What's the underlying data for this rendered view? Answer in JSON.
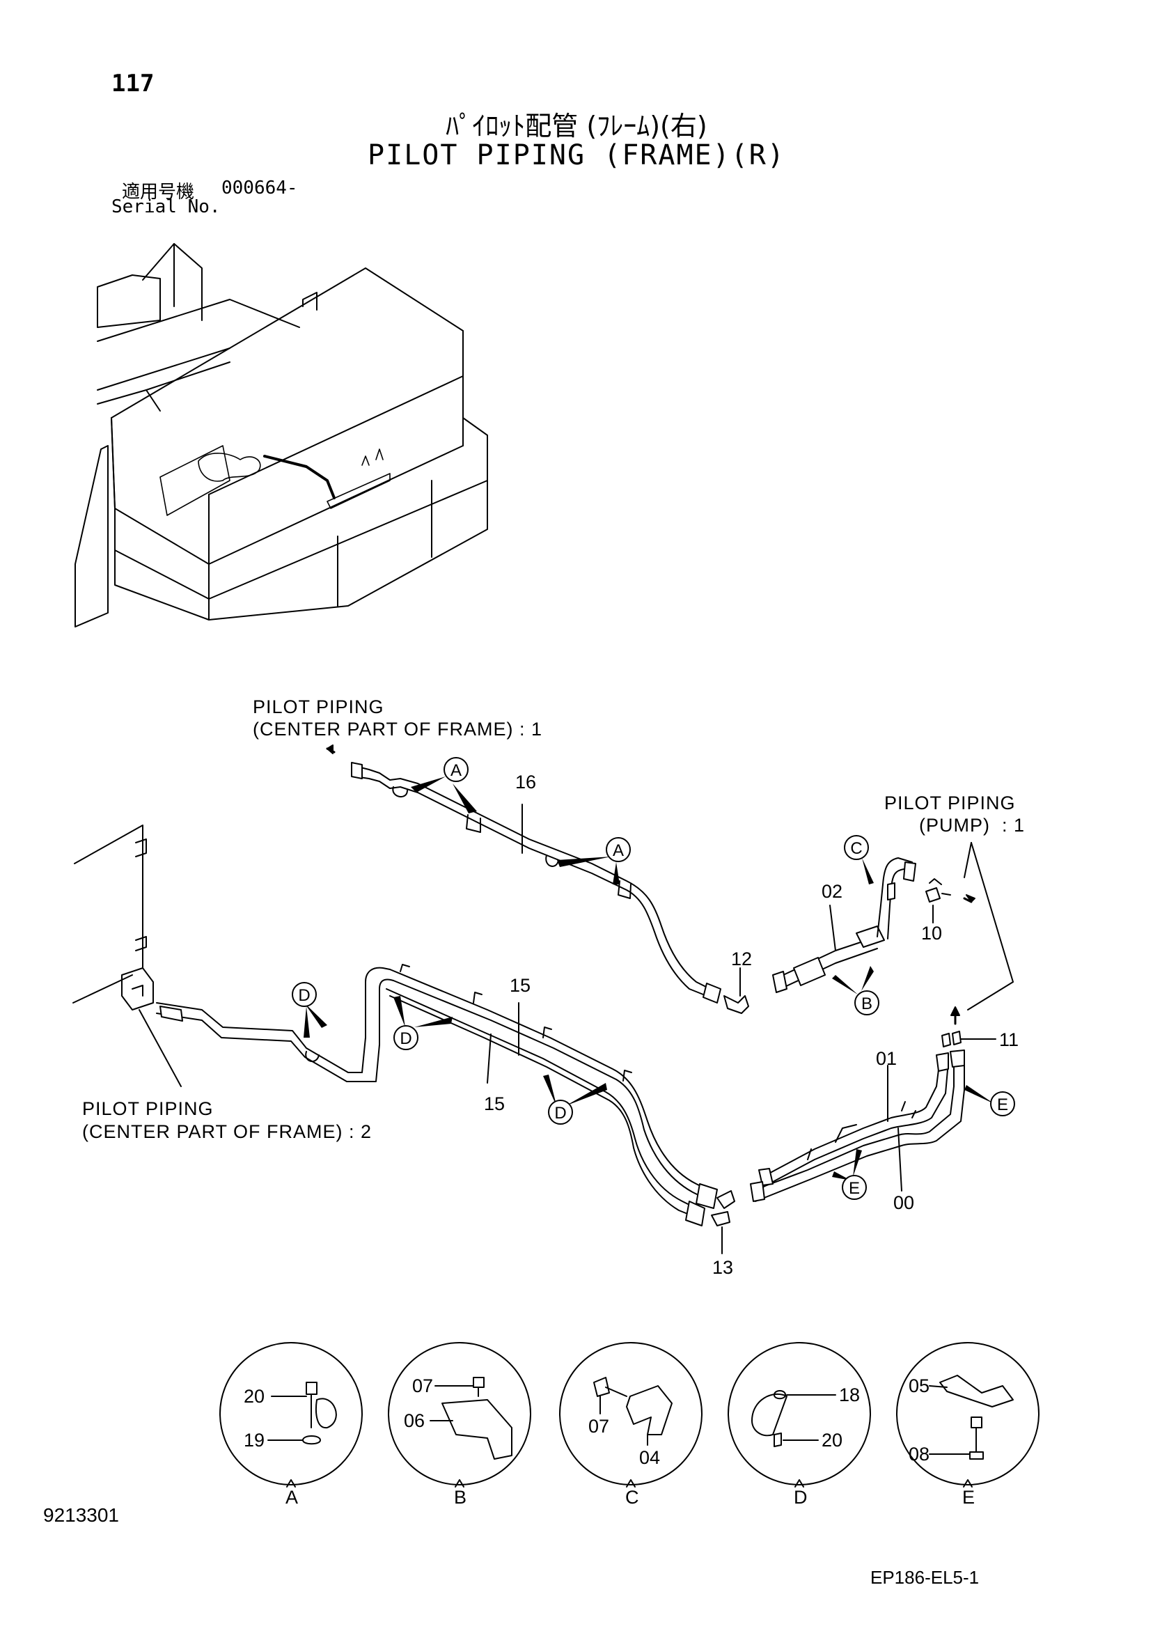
{
  "header": {
    "page_number": "117",
    "title_jp": "ﾊﾟｲﾛｯﾄ配管 (ﾌﾚｰﾑ)(右)",
    "title_en": "PILOT PIPING (FRAME)(R)",
    "serial_label_jp": "適用号機",
    "serial_value": "000664-",
    "serial_label_en": "Serial No."
  },
  "callouts": {
    "center_part_1": [
      "PILOT PIPING",
      "(CENTER PART OF FRAME) : 1"
    ],
    "pump_1": [
      "PILOT PIPING",
      "(PUMP)  : 1"
    ],
    "center_part_2": [
      "PILOT PIPING",
      "(CENTER PART OF FRAME) : 2"
    ]
  },
  "part_numbers": {
    "p16": "16",
    "p12": "12",
    "p02": "02",
    "p10": "10",
    "p15a": "15",
    "p15b": "15",
    "p11": "11",
    "p01": "01",
    "p00": "00",
    "p13": "13"
  },
  "detail_letters": [
    "A",
    "B",
    "C",
    "D",
    "E"
  ],
  "detail_views": [
    {
      "letter": "A",
      "parts": [
        "20",
        "19"
      ]
    },
    {
      "letter": "B",
      "parts": [
        "07",
        "06"
      ]
    },
    {
      "letter": "C",
      "parts": [
        "07",
        "04"
      ]
    },
    {
      "letter": "D",
      "parts": [
        "18",
        "20"
      ]
    },
    {
      "letter": "E",
      "parts": [
        "05",
        "08"
      ]
    }
  ],
  "footer": {
    "doc_code": "9213301",
    "figure_code": "EP186-EL5-1"
  }
}
